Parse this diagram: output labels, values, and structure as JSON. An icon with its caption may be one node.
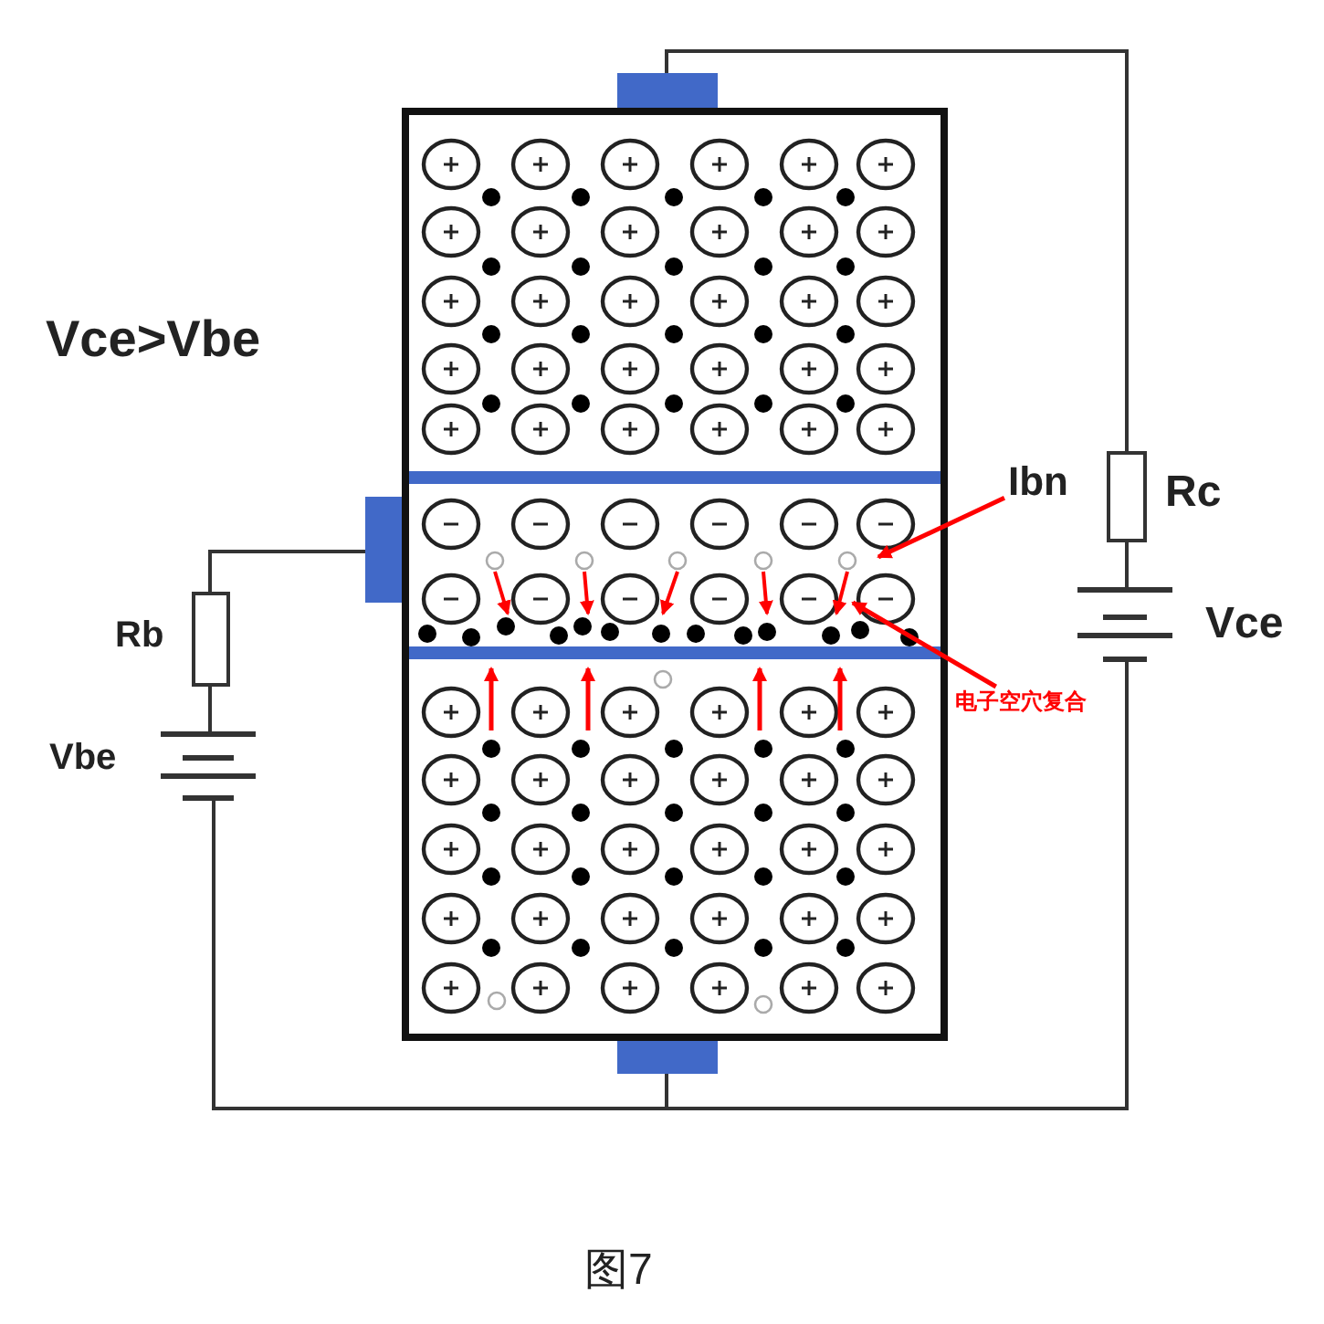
{
  "diagram": {
    "caption": "图7",
    "nodes": [
      {
        "text": [
          "Ibn"
        ]
      },
      {
        "text": [
          "电子空穴复合"
        ]
      }
    ],
    "edges": [
      {
        "from": 0,
        "to": null,
        "arrow": "to"
      },
      {
        "from": 1,
        "to": null,
        "arrow": "to"
      }
    ],
    "labels": [
      "Vce>Vbe",
      "Rb",
      "Vbe",
      "Rc",
      "Vce"
    ]
  }
}
